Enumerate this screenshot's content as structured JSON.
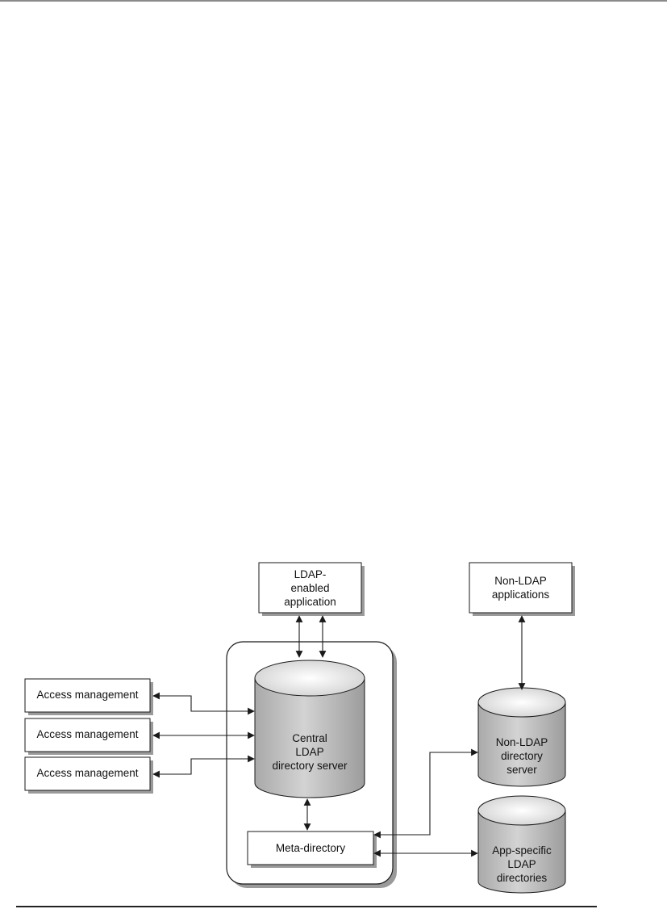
{
  "nodes": {
    "ldap_app": "LDAP-\nenabled\napplication",
    "non_ldap_apps": "Non-LDAP\napplications",
    "access_1": "Access management",
    "access_2": "Access management",
    "access_3": "Access management",
    "central_server": "Central\nLDAP\ndirectory server",
    "non_ldap_server": "Non-LDAP\ndirectory\nserver",
    "meta_directory": "Meta-directory",
    "app_specific": "App-specific\nLDAP\ndirectories"
  },
  "colors": {
    "box_fill": "#ffffff",
    "cylinder_fill": "#c8c8c8",
    "shadow": "#9a9a9a",
    "line": "#1a1a1a"
  }
}
